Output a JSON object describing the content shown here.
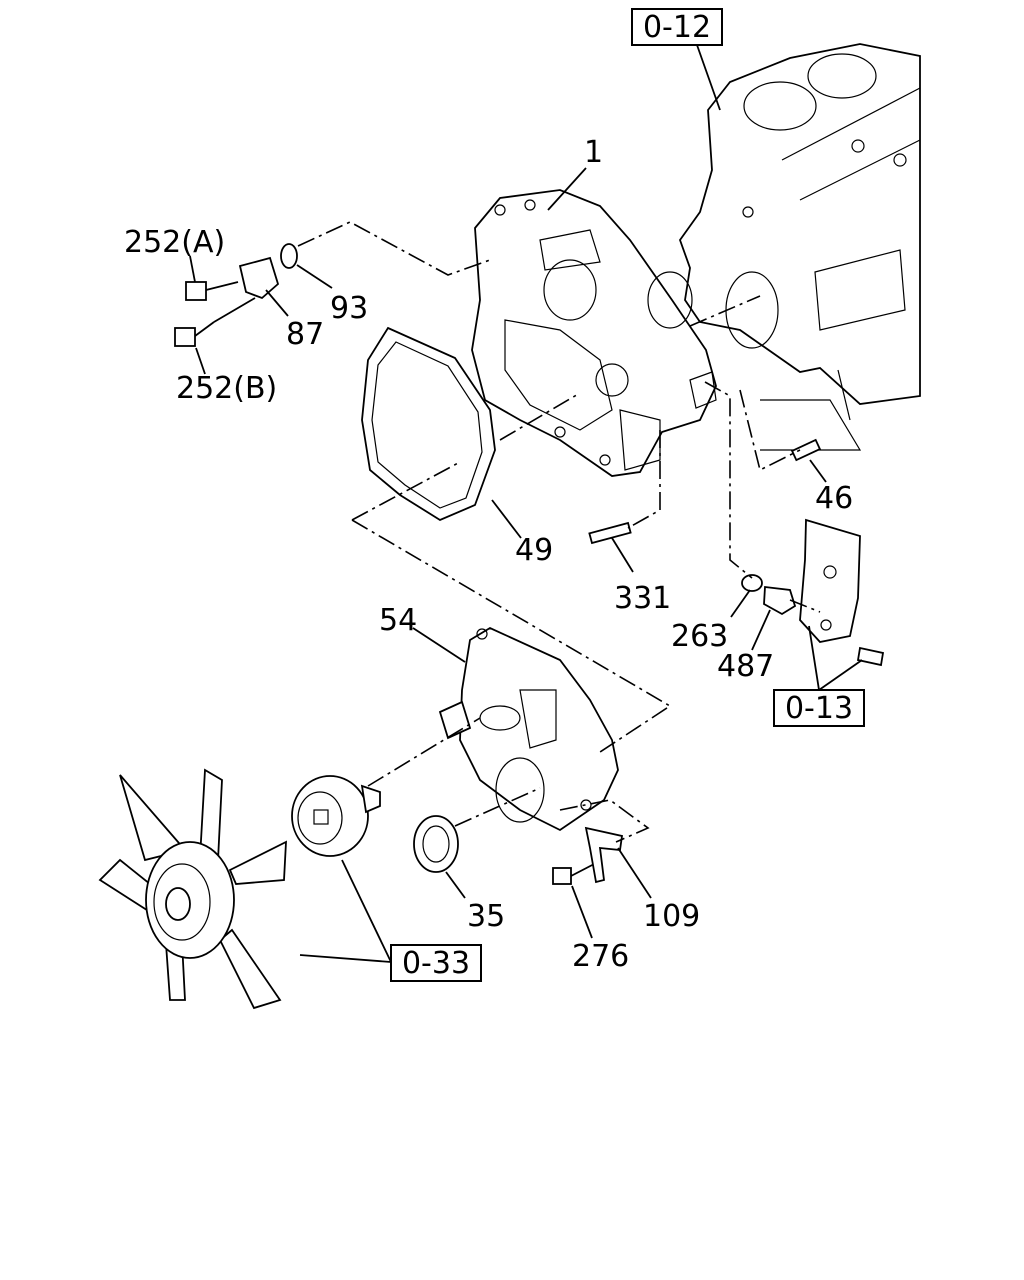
{
  "references": {
    "ref_0_12": "0-12",
    "ref_0_13": "0-13",
    "ref_0_33": "0-33"
  },
  "callouts": {
    "p1": "1",
    "p252a": "252(A)",
    "p252b": "252(B)",
    "p87": "87",
    "p93": "93",
    "p49": "49",
    "p46": "46",
    "p331": "331",
    "p263": "263",
    "p487": "487",
    "p54": "54",
    "p35": "35",
    "p109": "109",
    "p276": "276"
  }
}
